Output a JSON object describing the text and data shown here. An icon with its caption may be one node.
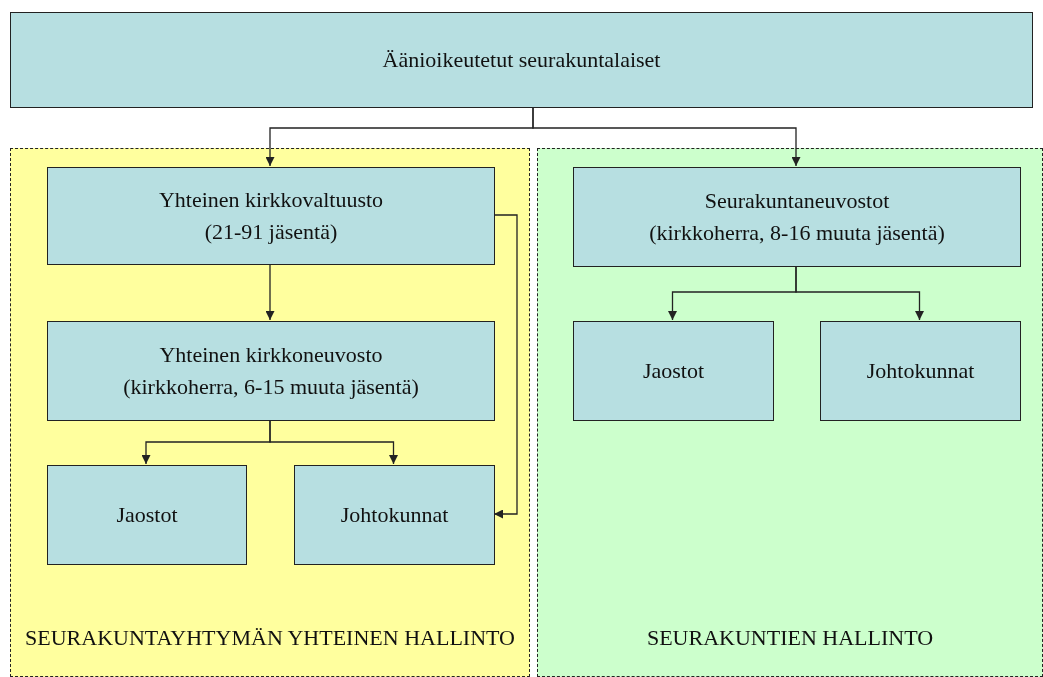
{
  "diagram": {
    "nodes": [
      {
        "text": [
          "Äänioikeutetut seurakuntalaiset"
        ]
      },
      {
        "text": [
          "SEURAKUNTAYHTYMÄN YHTEINEN HALLINTO"
        ]
      },
      {
        "text": [
          "Yhteinen kirkkovaltuusto",
          "(21-91 jäsentä)"
        ],
        "in": 1
      },
      {
        "text": [
          "Yhteinen kirkkoneuvosto",
          "(kirkkoherra, 6-15 muuta jäsentä)"
        ],
        "in": 1
      },
      {
        "text": [
          "Jaostot"
        ],
        "in": 1
      },
      {
        "text": [
          "Johtokunnat"
        ],
        "in": 1
      },
      {
        "text": [
          "SEURAKUNTIEN HALLINTO"
        ]
      },
      {
        "text": [
          "Seurakuntaneuvostot",
          "(kirkkoherra, 8-16 muuta jäsentä)"
        ],
        "in": 6
      },
      {
        "text": [
          "Jaostot"
        ],
        "in": 6
      },
      {
        "text": [
          "Johtokunnat"
        ],
        "in": 6
      }
    ],
    "edges": [
      {
        "from": 0,
        "to": 2,
        "arrow": "to"
      },
      {
        "from": 0,
        "to": 7,
        "arrow": "to"
      },
      {
        "from": 2,
        "to": 3,
        "arrow": "to"
      },
      {
        "from": 3,
        "to": 4,
        "arrow": "to"
      },
      {
        "from": 3,
        "to": 5,
        "arrow": "to"
      },
      {
        "from": 2,
        "to": 5,
        "arrow": "to"
      },
      {
        "from": 7,
        "to": 8,
        "arrow": "to"
      },
      {
        "from": 7,
        "to": 9,
        "arrow": "to"
      }
    ]
  }
}
